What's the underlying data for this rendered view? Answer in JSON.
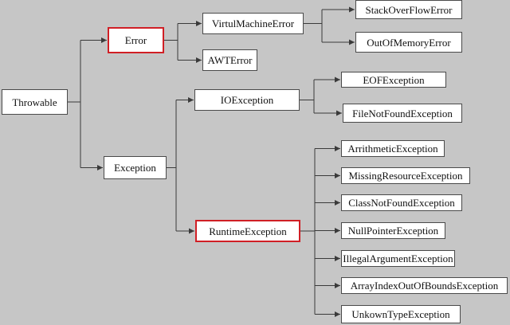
{
  "nodes": {
    "throwable": "Throwable",
    "error": "Error",
    "exception": "Exception",
    "virtual_machine_error": "VirtulMachineError",
    "awt_error": "AWTError",
    "stack_overflow_error": "StackOverFlowError",
    "out_of_memory_error": "OutOfMemoryError",
    "io_exception": "IOException",
    "runtime_exception": "RuntimeException",
    "eof_exception": "EOFException",
    "file_not_found_exception": "FileNotFoundException",
    "arithmetic_exception": "ArrithmeticException",
    "missing_resource_exception": "MissingResourceException",
    "class_not_found_exception": "ClassNotFoundException",
    "null_pointer_exception": "NullPointerException",
    "illegal_argument_exception": "IllegalArgumentException",
    "array_index_out_of_bounds_exception": "ArrayIndexOutOfBoundsException",
    "unkown_type_exception": "UnkownTypeException"
  },
  "edges": [
    [
      "throwable",
      "error"
    ],
    [
      "throwable",
      "exception"
    ],
    [
      "error",
      "virtual_machine_error"
    ],
    [
      "error",
      "awt_error"
    ],
    [
      "virtual_machine_error",
      "stack_overflow_error"
    ],
    [
      "virtual_machine_error",
      "out_of_memory_error"
    ],
    [
      "exception",
      "io_exception"
    ],
    [
      "exception",
      "runtime_exception"
    ],
    [
      "io_exception",
      "eof_exception"
    ],
    [
      "io_exception",
      "file_not_found_exception"
    ],
    [
      "runtime_exception",
      "arithmetic_exception"
    ],
    [
      "runtime_exception",
      "missing_resource_exception"
    ],
    [
      "runtime_exception",
      "class_not_found_exception"
    ],
    [
      "runtime_exception",
      "null_pointer_exception"
    ],
    [
      "runtime_exception",
      "illegal_argument_exception"
    ],
    [
      "runtime_exception",
      "array_index_out_of_bounds_exception"
    ],
    [
      "runtime_exception",
      "unkown_type_exception"
    ]
  ],
  "highlighted": [
    "error",
    "runtime_exception"
  ],
  "colors": {
    "background": "#c6c6c6",
    "node_fill": "#ffffff",
    "node_border": "#4a4a4a",
    "highlight_border": "#d01f25",
    "connector": "#3a3a3a"
  }
}
